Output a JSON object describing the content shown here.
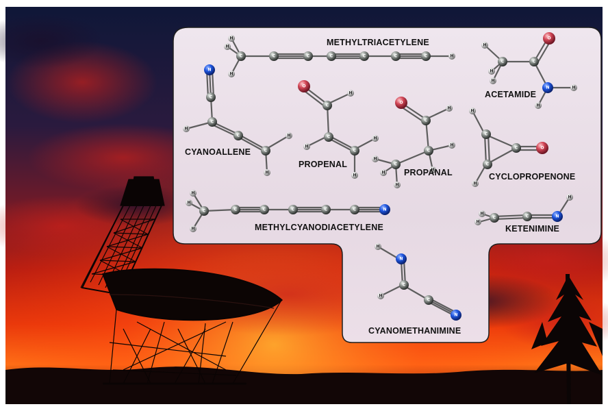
{
  "molecules": {
    "methyltriacetylene": "METHYLTRIACETYLENE",
    "acetamide": "ACETAMIDE",
    "cyanoallene": "CYANOALLENE",
    "propenal": "PROPENAL",
    "propanal": "PROPANAL",
    "cyclopropenone": "CYCLOPROPENONE",
    "methylcyanodiacetylene": "METHYLCYANODIACETYLENE",
    "ketenimine": "KETENIMINE",
    "cyanomethanimine": "CYANOMETHANIMINE"
  },
  "atom_labels": {
    "hydrogen": "H",
    "carbon": "C",
    "nitrogen": "N",
    "oxygen": "O"
  },
  "colors": {
    "sky_top": "#101a3e",
    "sky_mid": "#5a1830",
    "sky_glow": "#e83010",
    "horizon": "#ff7a18",
    "panel": "#e8dde6",
    "panel_border": "#222222",
    "carbon": "#7a7f7c",
    "hydrogen": "#d8d8d8",
    "nitrogen": "#1a4fd0",
    "oxygen": "#d04050"
  },
  "icons": [
    "radio-telescope-silhouette",
    "tree-silhouette",
    "hills-silhouette"
  ]
}
